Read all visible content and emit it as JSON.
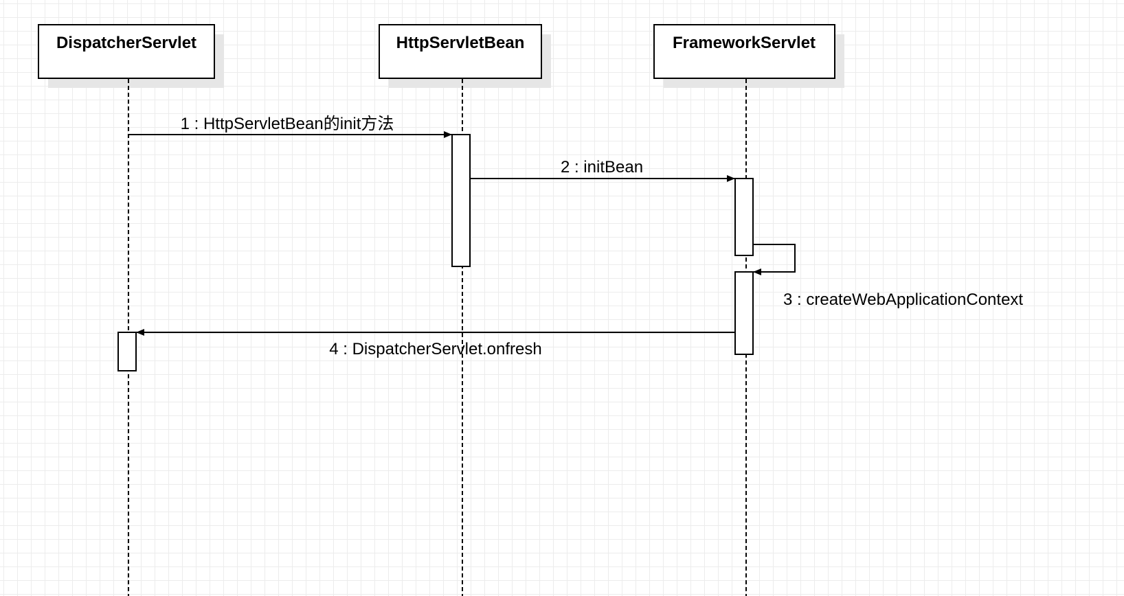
{
  "participants": [
    {
      "id": "dispatcher",
      "name": "DispatcherServlet"
    },
    {
      "id": "httpservletbean",
      "name": "HttpServletBean"
    },
    {
      "id": "frameworkservlet",
      "name": "FrameworkServlet"
    }
  ],
  "messages": [
    {
      "id": "m1",
      "from": "dispatcher",
      "to": "httpservletbean",
      "label": "1 : HttpServletBean的init方法"
    },
    {
      "id": "m2",
      "from": "httpservletbean",
      "to": "frameworkservlet",
      "label": "2 : initBean"
    },
    {
      "id": "m3",
      "from": "frameworkservlet",
      "to": "frameworkservlet",
      "label": "3 : createWebApplicationContext"
    },
    {
      "id": "m4",
      "from": "frameworkservlet",
      "to": "dispatcher",
      "label": "4 : DispatcherServlet.onfresh"
    }
  ],
  "colors": {
    "line": "#000000",
    "box_fill": "#ffffff",
    "shadow": "#e6e6e6",
    "grid": "#ececec"
  }
}
